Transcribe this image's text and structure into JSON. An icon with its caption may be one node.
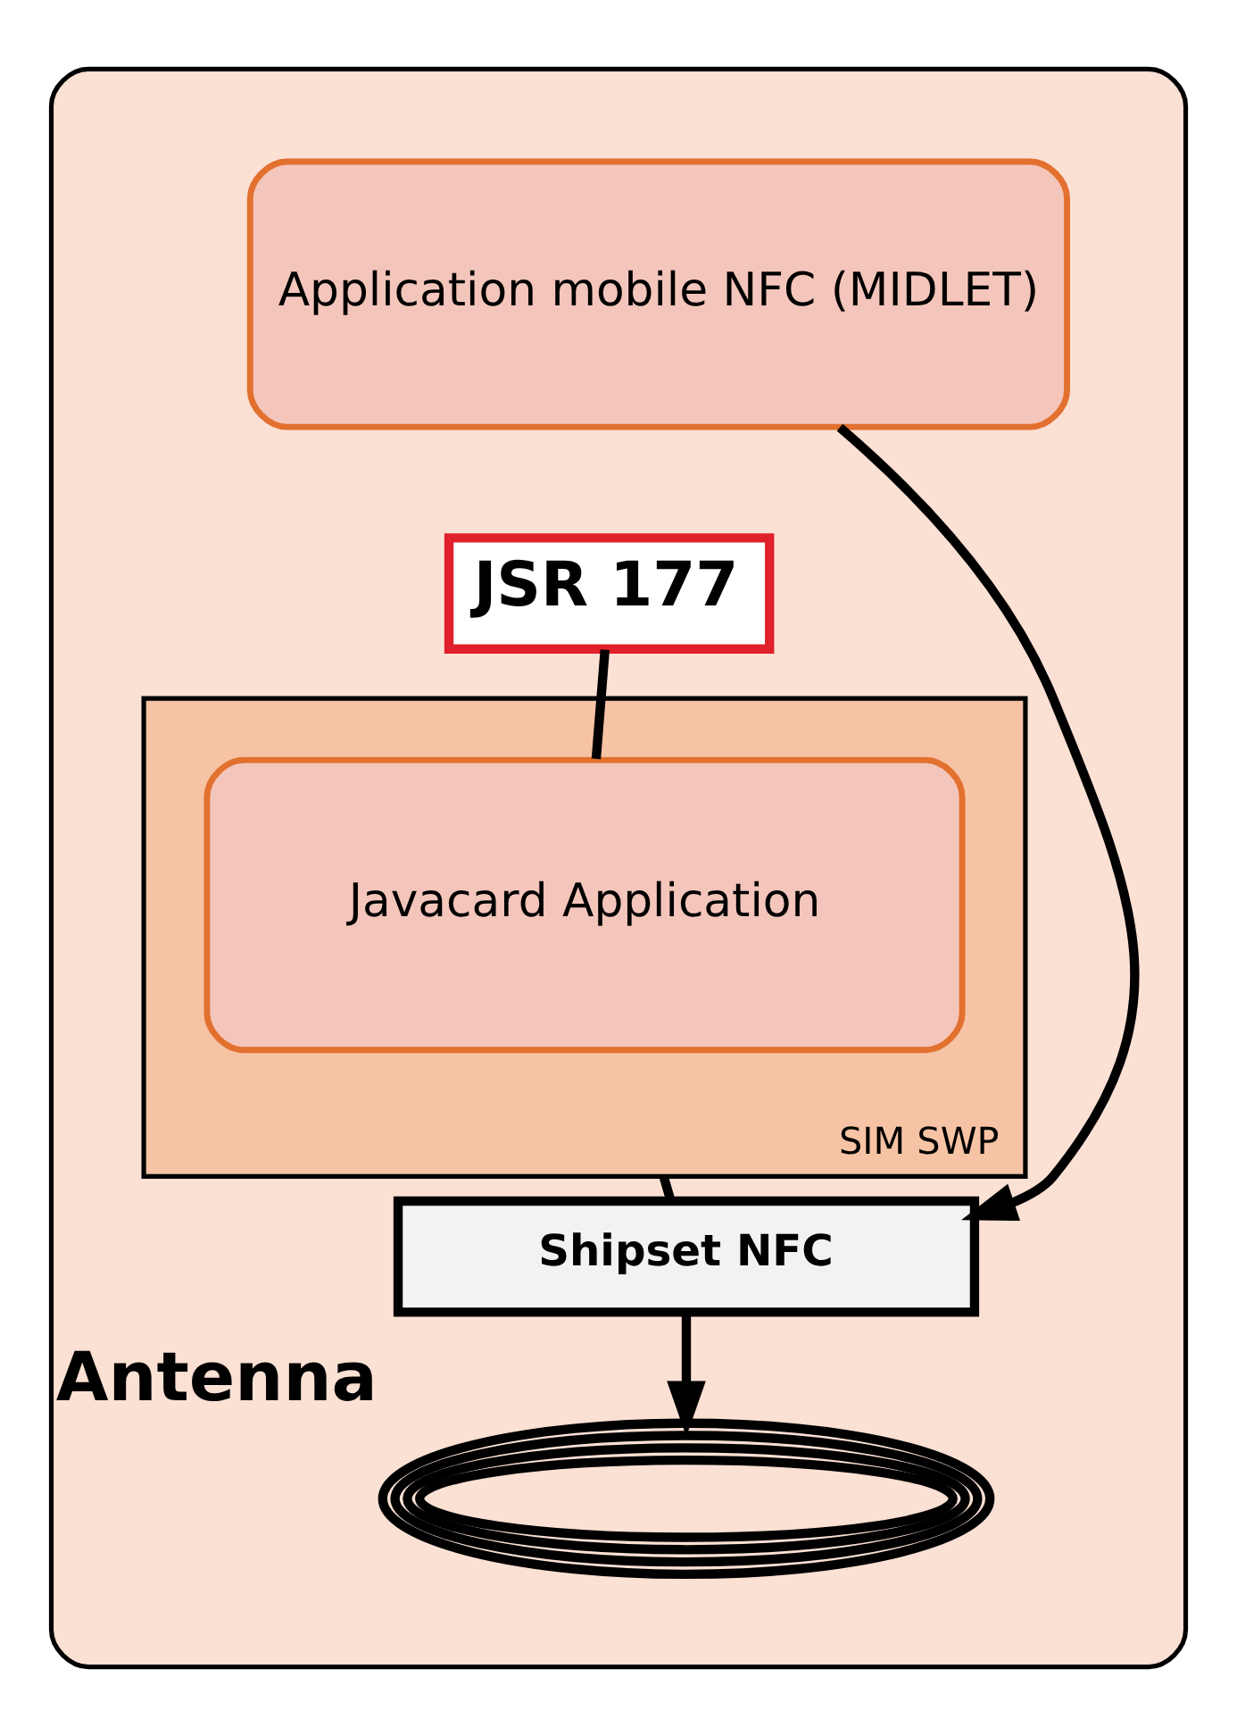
{
  "diagram": {
    "nodes": [
      {
        "text": [],
        "shape": "box"
      },
      {
        "text": [
          "Application mobile NFC (MIDLET)"
        ],
        "in": 0
      },
      {
        "text": [
          "JSR 177"
        ],
        "in": 0
      },
      {
        "text": [
          "SIM SWP"
        ],
        "in": 0
      },
      {
        "text": [
          "Javacard Application"
        ],
        "in": 3
      },
      {
        "text": [
          "Shipset NFC"
        ],
        "in": 0
      },
      {
        "text": [],
        "shape": "picture",
        "in": 0,
        "beside": [
          "Antenna"
        ]
      }
    ],
    "edges": [
      {
        "from": 1,
        "to": 5,
        "arrow": "to"
      },
      {
        "from": 2,
        "to": 4,
        "arrow": "none"
      },
      {
        "from": 3,
        "to": 5,
        "arrow": "none"
      },
      {
        "from": 5,
        "to": 6,
        "arrow": "to"
      }
    ]
  }
}
